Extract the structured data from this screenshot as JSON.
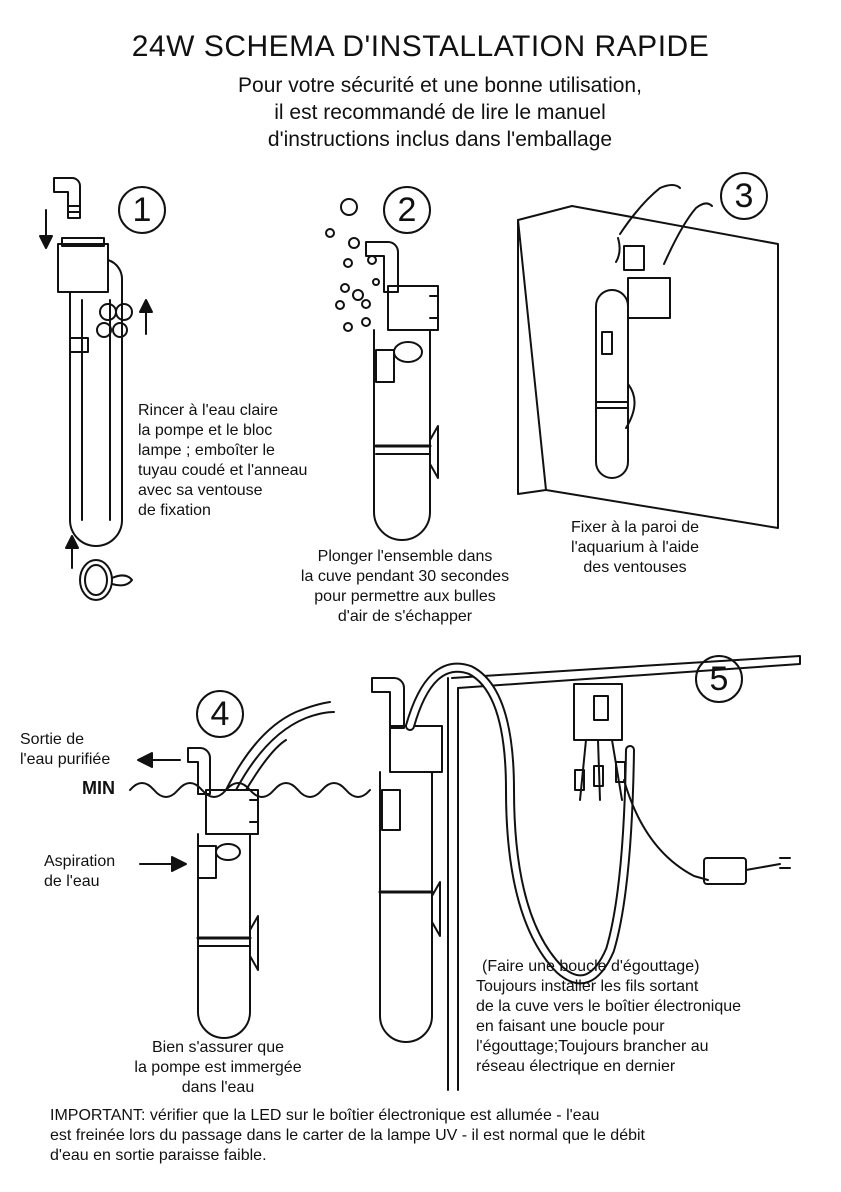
{
  "header": {
    "title": "24W SCHEMA D'INSTALLATION RAPIDE",
    "subtitle_lines": [
      "Pour votre sécurité et une bonne utilisation,",
      "il est recommandé de lire le manuel",
      "d'instructions inclus dans l'emballage"
    ]
  },
  "steps": [
    {
      "number": "1",
      "caption_lines": [
        "Rincer à l'eau claire",
        "la pompe et le bloc",
        "lampe ; emboîter le",
        "tuyau coudé et l'anneau",
        "avec sa ventouse",
        "de fixation"
      ]
    },
    {
      "number": "2",
      "caption_lines": [
        "Plonger l'ensemble dans",
        "la cuve pendant 30 secondes",
        "pour permettre aux bulles",
        "d'air de s'échapper"
      ]
    },
    {
      "number": "3",
      "caption_lines": [
        "Fixer à la paroi de",
        "l'aquarium à l'aide",
        "des ventouses"
      ]
    },
    {
      "number": "4",
      "caption_lines": [
        "Bien s'assurer que",
        "la pompe est immergée",
        "dans l'eau"
      ],
      "labels": {
        "outlet_lines": [
          "Sortie de",
          "l'eau purifiée"
        ],
        "min": "MIN",
        "intake_lines": [
          "Aspiration",
          "de l'eau"
        ]
      }
    },
    {
      "number": "5",
      "caption_lines": [
        "(Faire une boucle d'égouttage)",
        "Toujours installer les fils sortant",
        "de la cuve vers le boîtier électronique",
        "en faisant une boucle pour",
        "l'égouttage;Toujours brancher au",
        "réseau électrique en dernier"
      ]
    }
  ],
  "important_lines": [
    "IMPORTANT: vérifier que la LED sur le boîtier électronique est allumée - l'eau",
    "est freinée lors du passage dans le carter de la lampe UV - il est normal que le débit",
    "d'eau en sortie paraisse faible."
  ]
}
